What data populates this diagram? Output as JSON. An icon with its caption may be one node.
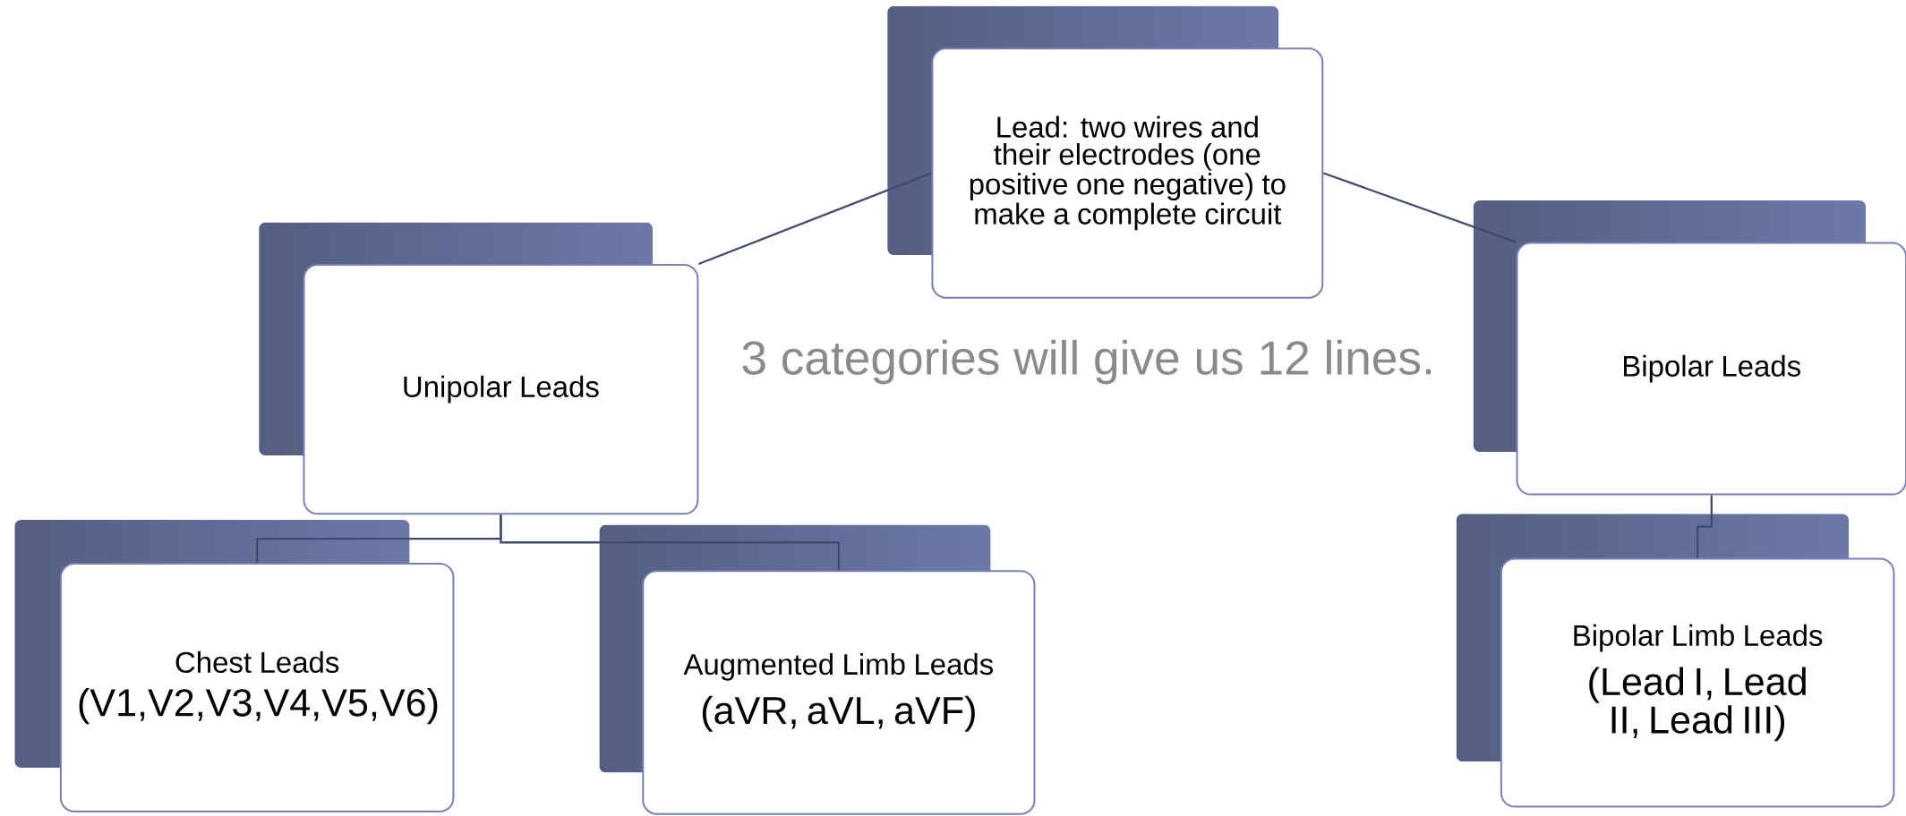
{
  "diagram": {
    "nodes": [
      {
        "text": [
          "Lead: two wires and their electrodes (one positive one negative) to make a complete circuit"
        ]
      },
      {
        "text": [
          "Unipolar Leads"
        ]
      },
      {
        "text": [
          "Bipolar Leads"
        ]
      },
      {
        "text": [
          "Chest Leads",
          "(V1,V2,V3,V4,V5,V6)"
        ]
      },
      {
        "text": [
          "Augmented Limb Leads",
          "(aVR, aVL, aVF)"
        ]
      },
      {
        "text": [
          "Bipolar Limb Leads",
          "(Lead I, Lead II, Lead III)"
        ]
      }
    ],
    "edges": [
      {
        "from": 0,
        "to": 1,
        "arrow": "none"
      },
      {
        "from": 0,
        "to": 2,
        "arrow": "none"
      },
      {
        "from": 1,
        "to": 3,
        "arrow": "none"
      },
      {
        "from": 1,
        "to": 4,
        "arrow": "none"
      },
      {
        "from": 2,
        "to": 5,
        "arrow": "none"
      }
    ],
    "labels": [
      "3 categories will give us 12 lines."
    ]
  }
}
